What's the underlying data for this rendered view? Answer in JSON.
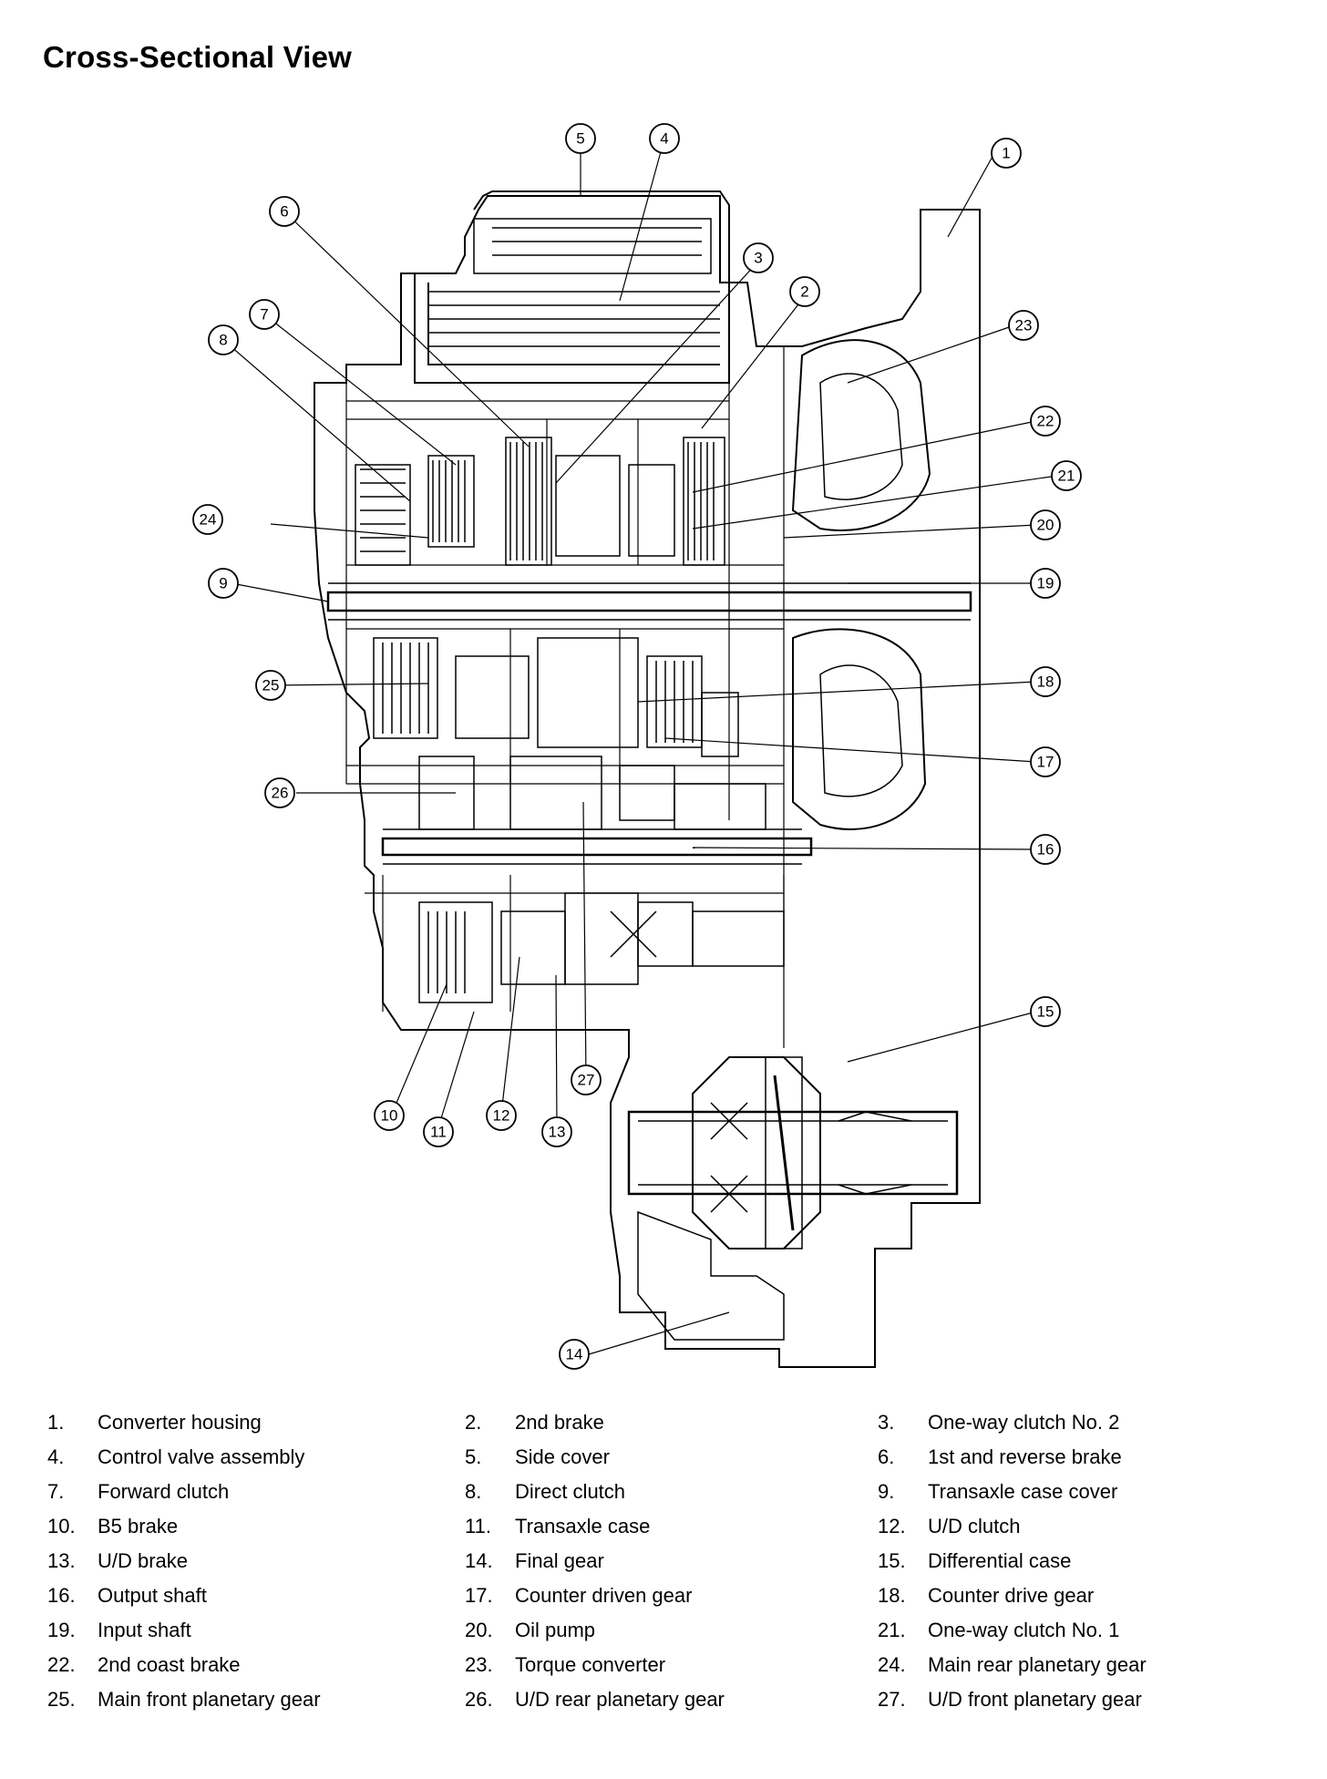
{
  "title": "Cross-Sectional View",
  "legend": [
    {
      "num": "1.",
      "text": "Converter housing"
    },
    {
      "num": "2.",
      "text": "2nd brake"
    },
    {
      "num": "3.",
      "text": "One-way clutch No. 2"
    },
    {
      "num": "4.",
      "text": "Control valve assembly"
    },
    {
      "num": "5.",
      "text": "Side cover"
    },
    {
      "num": "6.",
      "text": "1st and reverse brake"
    },
    {
      "num": "7.",
      "text": "Forward clutch"
    },
    {
      "num": "8.",
      "text": "Direct clutch"
    },
    {
      "num": "9.",
      "text": "Transaxle case cover"
    },
    {
      "num": "10.",
      "text": "B5 brake"
    },
    {
      "num": "11.",
      "text": "Transaxle case"
    },
    {
      "num": "12.",
      "text": "U/D clutch"
    },
    {
      "num": "13.",
      "text": "U/D brake"
    },
    {
      "num": "14.",
      "text": "Final gear"
    },
    {
      "num": "15.",
      "text": "Differential case"
    },
    {
      "num": "16.",
      "text": "Output shaft"
    },
    {
      "num": "17.",
      "text": "Counter driven gear"
    },
    {
      "num": "18.",
      "text": "Counter drive gear"
    },
    {
      "num": "19.",
      "text": "Input shaft"
    },
    {
      "num": "20.",
      "text": "Oil pump"
    },
    {
      "num": "21.",
      "text": "One-way clutch No. 1"
    },
    {
      "num": "22.",
      "text": "2nd coast brake"
    },
    {
      "num": "23.",
      "text": "Torque converter"
    },
    {
      "num": "24.",
      "text": "Main rear planetary gear"
    },
    {
      "num": "25.",
      "text": "Main front planetary gear"
    },
    {
      "num": "26.",
      "text": "U/D rear planetary gear"
    },
    {
      "num": "27.",
      "text": "U/D front planetary gear"
    }
  ],
  "callouts": [
    "1",
    "2",
    "3",
    "4",
    "5",
    "6",
    "7",
    "8",
    "9",
    "10",
    "11",
    "12",
    "13",
    "14",
    "15",
    "16",
    "17",
    "18",
    "19",
    "20",
    "21",
    "22",
    "23",
    "24",
    "25",
    "26",
    "27"
  ]
}
